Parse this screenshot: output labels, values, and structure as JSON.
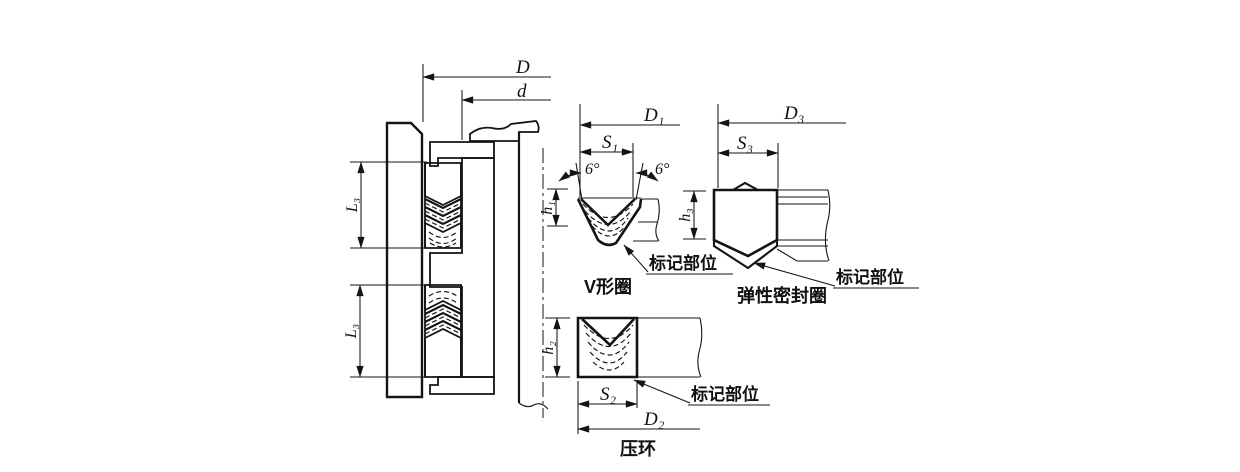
{
  "page": {
    "background": "#ffffff",
    "ink": "#141414"
  },
  "assembly": {
    "outer_diameter_label": "D",
    "rod_diameter_label": "d",
    "stack_length_upper_label": "L₃",
    "stack_length_lower_label": "L₃"
  },
  "v_ring": {
    "caption": "V形圈",
    "outer_dia_label": "D₁",
    "section_width_label": "S₁",
    "height_label": "h₁",
    "flank_angle_left": "6°",
    "flank_angle_right": "6°",
    "mark_label": "标记部位"
  },
  "elastic_ring": {
    "caption": "弹性密封圈",
    "outer_dia_label": "D₃",
    "section_width_label": "S₃",
    "height_label": "h₃",
    "mark_label": "标记部位"
  },
  "pressure_ring": {
    "caption": "压环",
    "outer_dia_label": "D₂",
    "section_width_label": "S₂",
    "height_label": "h₂",
    "mark_label": "标记部位"
  }
}
